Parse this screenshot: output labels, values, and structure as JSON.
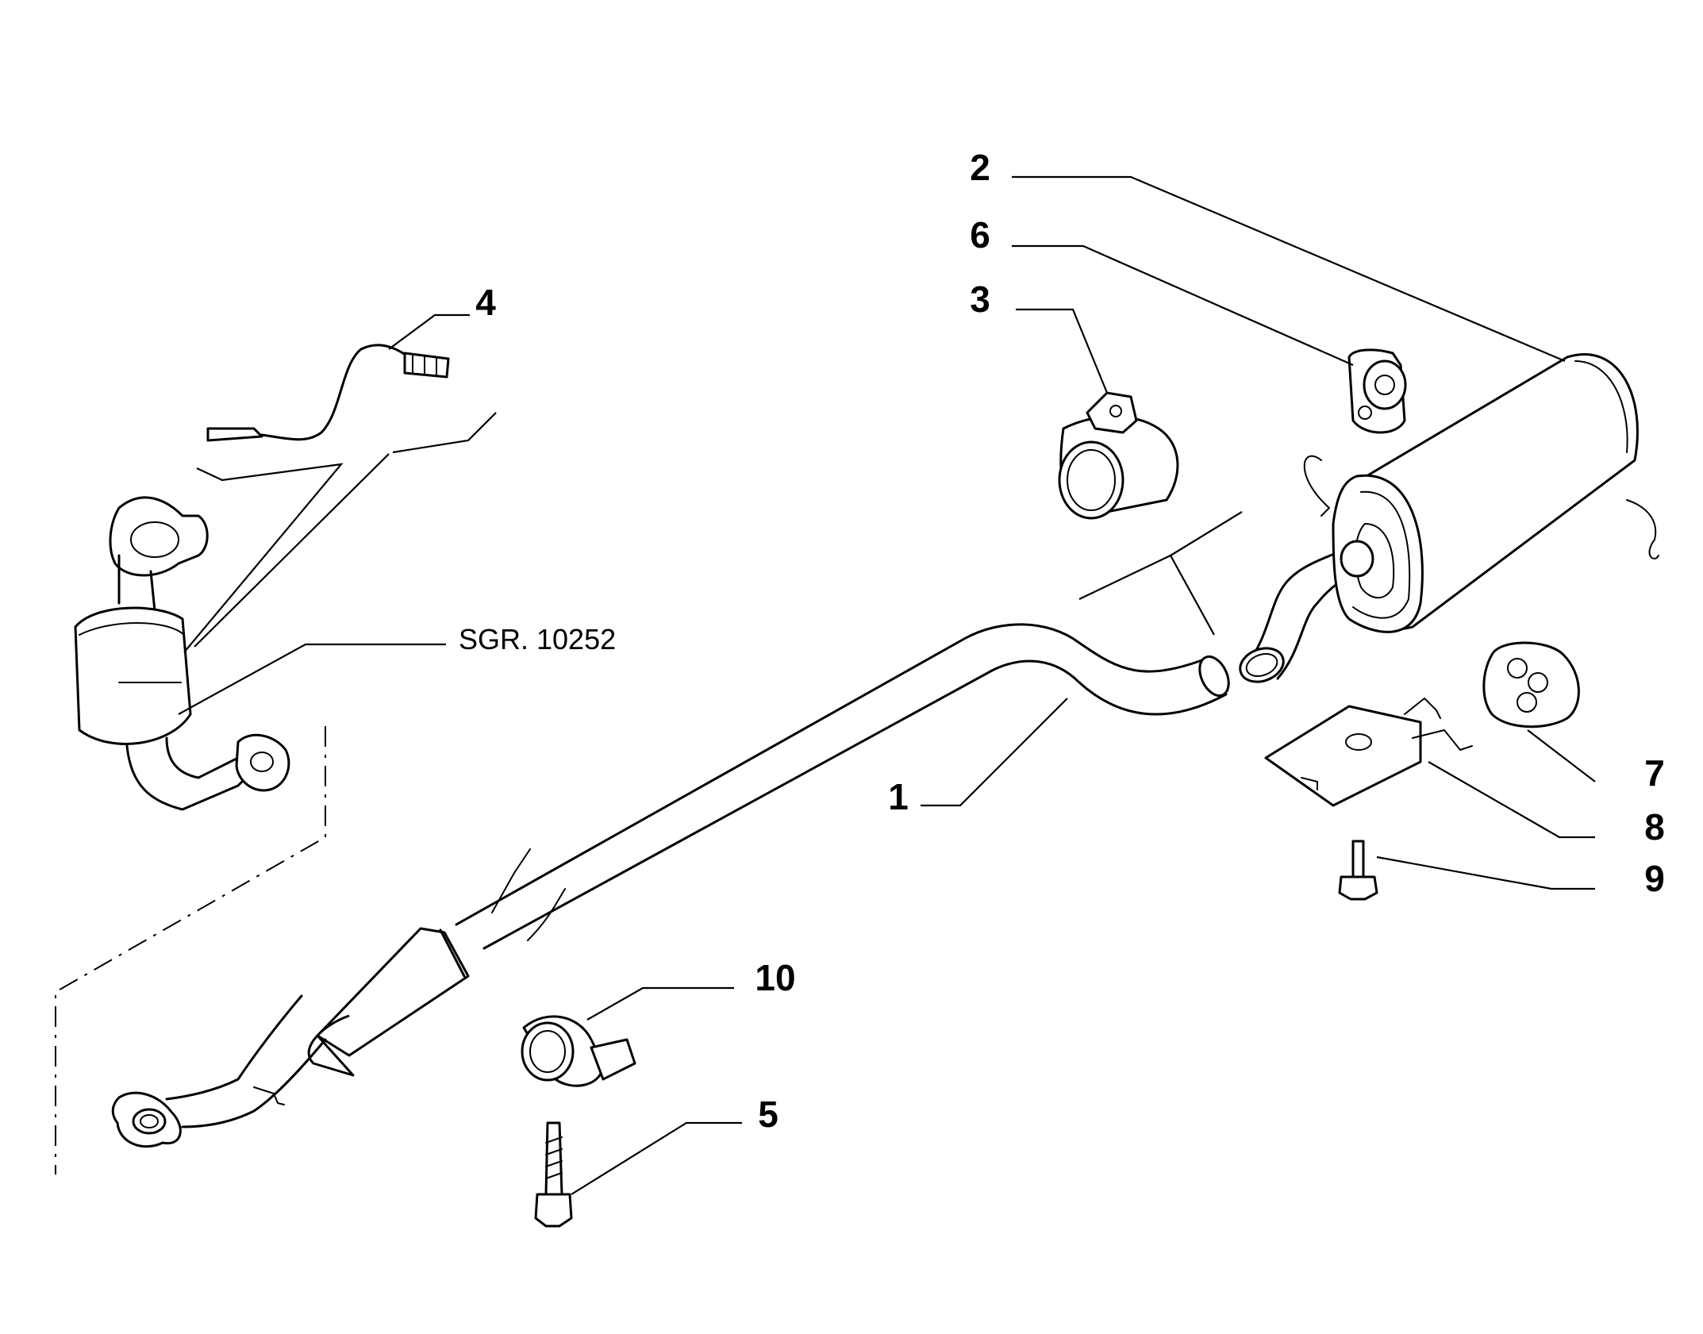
{
  "callouts": {
    "c1": "1",
    "c2": "2",
    "c3": "3",
    "c4": "4",
    "c5": "5",
    "c6": "6",
    "c7": "7",
    "c8": "8",
    "c9": "9",
    "c10": "10"
  },
  "reference": "SGR. 10252"
}
